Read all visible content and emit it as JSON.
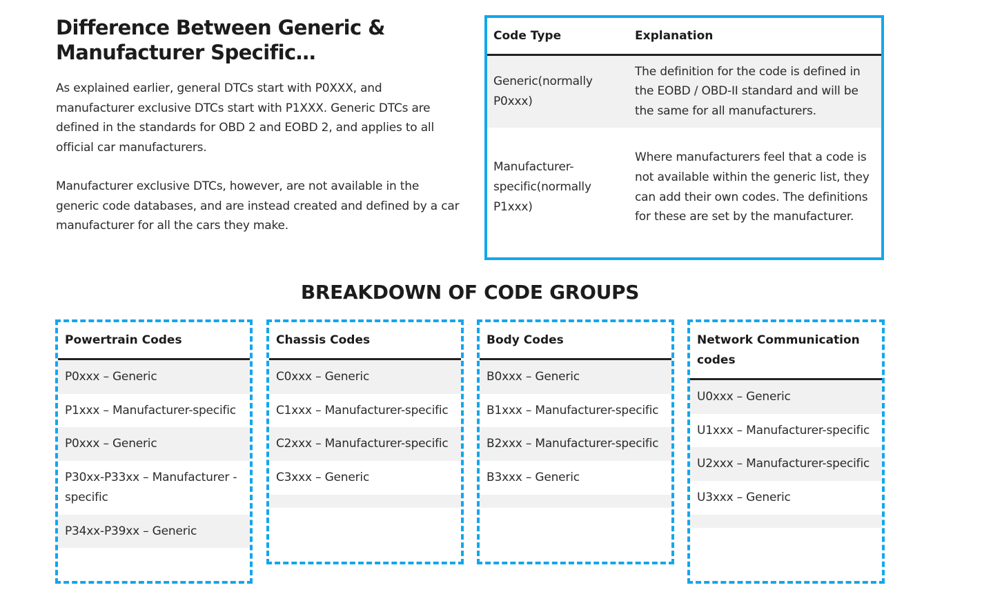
{
  "heading": "Difference Between Generic & Manufacturer Specific…",
  "paragraphs": [
    "As explained earlier, general DTCs start with P0XXX, and manufacturer exclusive DTCs start with P1XXX. Generic DTCs are defined in the standards for OBD 2 and EOBD 2, and applies to all official car manufacturers.",
    "Manufacturer exclusive DTCs, however, are not available in the generic code databases, and are instead created and defined by a car manufacturer for all the cars they make."
  ],
  "code_table": {
    "headers": [
      "Code Type",
      "Explanation"
    ],
    "rows": [
      [
        "Generic(normally P0xxx)",
        "The definition for the code is defined in the EOBD / OBD-II standard and will be the same for all manufacturers."
      ],
      [
        "Manufacturer-specific(normally P1xxx)",
        "Where manufacturers feel that a code is not available within the generic list, they can add their own codes. The definitions for these are set by the manufacturer."
      ]
    ]
  },
  "section_title": "BREAKDOWN OF CODE GROUPS",
  "groups": [
    {
      "title": "Powertrain Codes",
      "items": [
        "P0xxx – Generic",
        "P1xxx – Manufacturer-specific",
        "P0xxx – Generic",
        "P30xx-P33xx – Manufacturer -specific",
        "P34xx-P39xx – Generic"
      ]
    },
    {
      "title": "Chassis Codes",
      "items": [
        "C0xxx – Generic",
        "C1xxx – Manufacturer-specific",
        "C2xxx – Manufacturer-specific",
        "C3xxx – Generic"
      ]
    },
    {
      "title": "Body Codes",
      "items": [
        "B0xxx – Generic",
        "B1xxx – Manufacturer-specific",
        "B2xxx – Manufacturer-specific",
        "B3xxx – Generic"
      ]
    },
    {
      "title": "Network Communication codes",
      "items": [
        "U0xxx – Generic",
        "U1xxx – Manufacturer-specific",
        "U2xxx – Manufacturer-specific",
        "U3xxx – Generic"
      ]
    }
  ],
  "colors": {
    "accent": "#13a6ec",
    "row_alt": "#f1f1f1",
    "text": "#2b2b2b"
  }
}
